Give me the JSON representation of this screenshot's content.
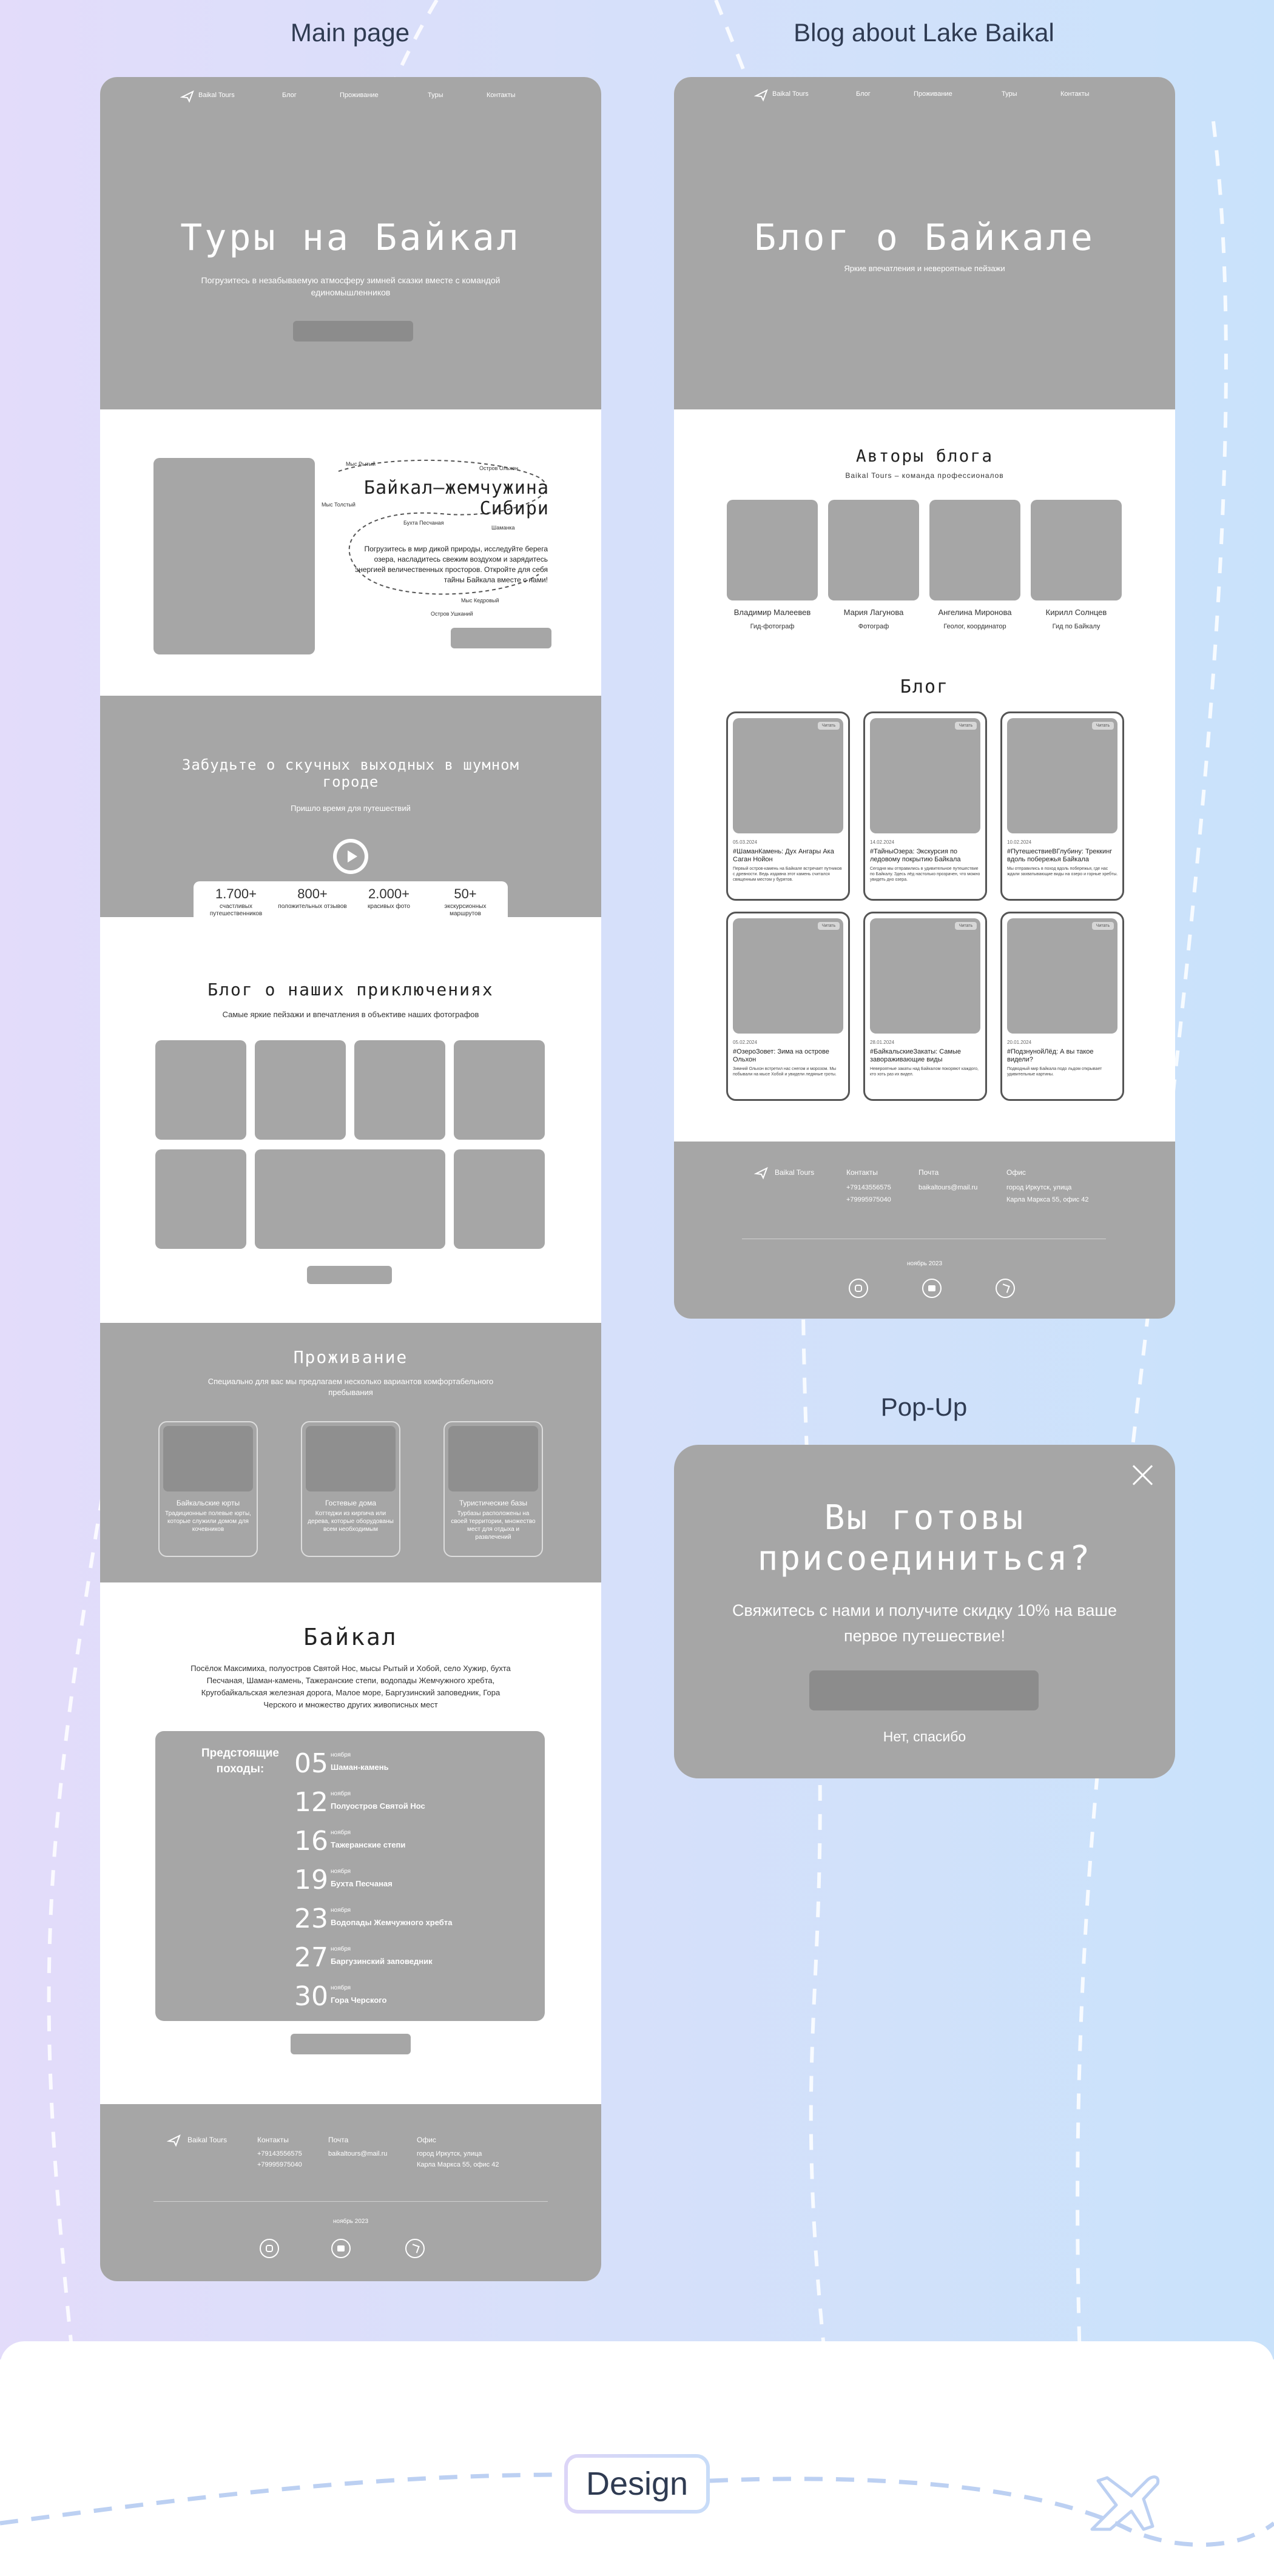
{
  "columns": {
    "main": "Main page",
    "blog": "Blog about Lake Baikal",
    "popup": "Pop-Up"
  },
  "nav": {
    "brand": "Baikal Tours",
    "items": [
      "Блог",
      "Проживание",
      "Туры",
      "Контакты"
    ]
  },
  "main": {
    "hero": {
      "title": "Туры на Байкал",
      "subtitle": "Погрузитесь в незабываемую атмосферу зимней сказки вместе с командой единомышленников"
    },
    "pearl": {
      "title_line1": "Байкал–жемчужина",
      "title_line2": "Сибири",
      "text": "Погрузитесь в мир дикой природы, исследуйте берега озера, насладитесь свежим воздухом и зарядитесь энергией величественных просторов. Откройте для себя тайны Байкала вместе с нами!",
      "map_labels": [
        "Мыс Рытый",
        "Остров Ольхон",
        "Мыс Толстый",
        "Шаманка",
        "Бухта Песчаная",
        "Мыс Кедровый",
        "Остров Ушканий"
      ]
    },
    "escape": {
      "title_line1": "Забудьте о скучных выходных в шумном",
      "title_line2": "городе",
      "subtitle": "Пришло время для путешествий"
    },
    "stats": [
      {
        "value": "1.700+",
        "label": "счастливых путешественников"
      },
      {
        "value": "800+",
        "label": "положительных отзывов"
      },
      {
        "value": "2.000+",
        "label": "красивых фото"
      },
      {
        "value": "50+",
        "label": "экскурсионных маршрутов"
      }
    ],
    "adventures": {
      "title": "Блог о наших приключениях",
      "subtitle": "Самые яркие пейзажи и впечатления в объективе наших фотографов"
    },
    "lodging": {
      "title": "Проживание",
      "subtitle": "Специально для вас мы предлагаем несколько вариантов комфортабельного пребывания",
      "cards": [
        {
          "title": "Байкальские юрты",
          "text": "Традиционные полевые юрты, которые служили домом для кочевников"
        },
        {
          "title": "Гостевые дома",
          "text": "Коттеджи из кирпича или дерева, которые оборудованы всем необходимым"
        },
        {
          "title": "Туристические базы",
          "text": "Турбазы расположены на своей территории, множество мест для отдыха и развлечений"
        }
      ]
    },
    "baikal": {
      "title": "Байкал",
      "text": "Посёлок Максимиха, полуостров Святой Нос, мысы Рытый и Хобой, село Хужир, бухта Песчаная, Шаман-камень, Тажеранские степи, водопады Жемчужного хребта, Кругобайкальская железная дорога, Малое море, Баргузинский заповедник, Гора Черского и множество других живописных мест",
      "upcoming_label": "Предстоящие походы:",
      "trips": [
        {
          "day": "05",
          "month": "ноября",
          "name": "Шаман-камень"
        },
        {
          "day": "12",
          "month": "ноября",
          "name": "Полуостров Святой Нос"
        },
        {
          "day": "16",
          "month": "ноября",
          "name": "Тажеранские степи"
        },
        {
          "day": "19",
          "month": "ноября",
          "name": "Бухта Песчаная"
        },
        {
          "day": "23",
          "month": "ноября",
          "name": "Водопады Жемчужного хребта"
        },
        {
          "day": "27",
          "month": "ноября",
          "name": "Баргузинский заповедник"
        },
        {
          "day": "30",
          "month": "ноября",
          "name": "Гора Черского"
        }
      ]
    }
  },
  "footer": {
    "brand": "Baikal Tours",
    "contacts_label": "Контакты",
    "phone1": "+79143556575",
    "phone2": "+79995975040",
    "mail_label": "Почта",
    "email": "baikaltours@mail.ru",
    "office_label": "Офис",
    "address_line1": "город Иркутск, улица",
    "address_line2": "Карла Маркса 55, офис 42",
    "copyright": "ноябрь 2023"
  },
  "blog": {
    "hero": {
      "title": "Блог о Байкале",
      "subtitle": "Яркие впечатления и невероятные пейзажи"
    },
    "authors": {
      "title": "Авторы блога",
      "subtitle": "Baikal Tours – команда профессионалов",
      "people": [
        {
          "name": "Владимир Малеевев",
          "role": "Гид-фотограф"
        },
        {
          "name": "Мария Лагунова",
          "role": "Фотограф"
        },
        {
          "name": "Ангелина Миронова",
          "role": "Геолог, координатор"
        },
        {
          "name": "Кирилл Солнцев",
          "role": "Гид по Байкалу"
        }
      ]
    },
    "section_title": "Блог",
    "badge": "Читать",
    "posts": [
      {
        "date": "05.03.2024",
        "title": "#ШаманКамень: Дух Ангары Ака Саган Нойон",
        "text": "Первый остров-камень на Байкале встречает путников с древности. Ведь издавна этот камень считался священным местом у бурятов."
      },
      {
        "date": "14.02.2024",
        "title": "#ТайныОзера: Экскурсия по ледовому покрытию Байкала",
        "text": "Сегодня мы отправились в удивительное путешествие по Байкалу. Здесь лёд настолько прозрачен, что можно увидеть дно озера."
      },
      {
        "date": "10.02.2024",
        "title": "#ПутешествиеВГлубину: Треккинг вдоль побережья Байкала",
        "text": "Мы отправились в поход вдоль побережья, где нас ждали захватывающие виды на озеро и горные хребты."
      },
      {
        "date": "05.02.2024",
        "title": "#ОзероЗовет: Зима на острове Ольхон",
        "text": "Зимний Ольхон встретил нас снегом и морозом. Мы побывали на мысе Хобой и увидели ледяные гроты."
      },
      {
        "date": "28.01.2024",
        "title": "#БайкальскиеЗакаты: Самые завораживающие виды",
        "text": "Невероятные закаты над Байкалом покоряют каждого, кто хоть раз их видел."
      },
      {
        "date": "20.01.2024",
        "title": "#ПодзнунойЛёд: А вы такое видели?",
        "text": "Подводный мир Байкала подо льдом открывает удивительные картины."
      }
    ]
  },
  "popup": {
    "title_line1": "Вы готовы",
    "title_line2": "присоединиться?",
    "text_line1": "Свяжитесь с нами  и получите скидку 10% на ваше",
    "text_line2": "первое путешествие!",
    "decline": "Нет, спасибо"
  },
  "design_label": "Design"
}
